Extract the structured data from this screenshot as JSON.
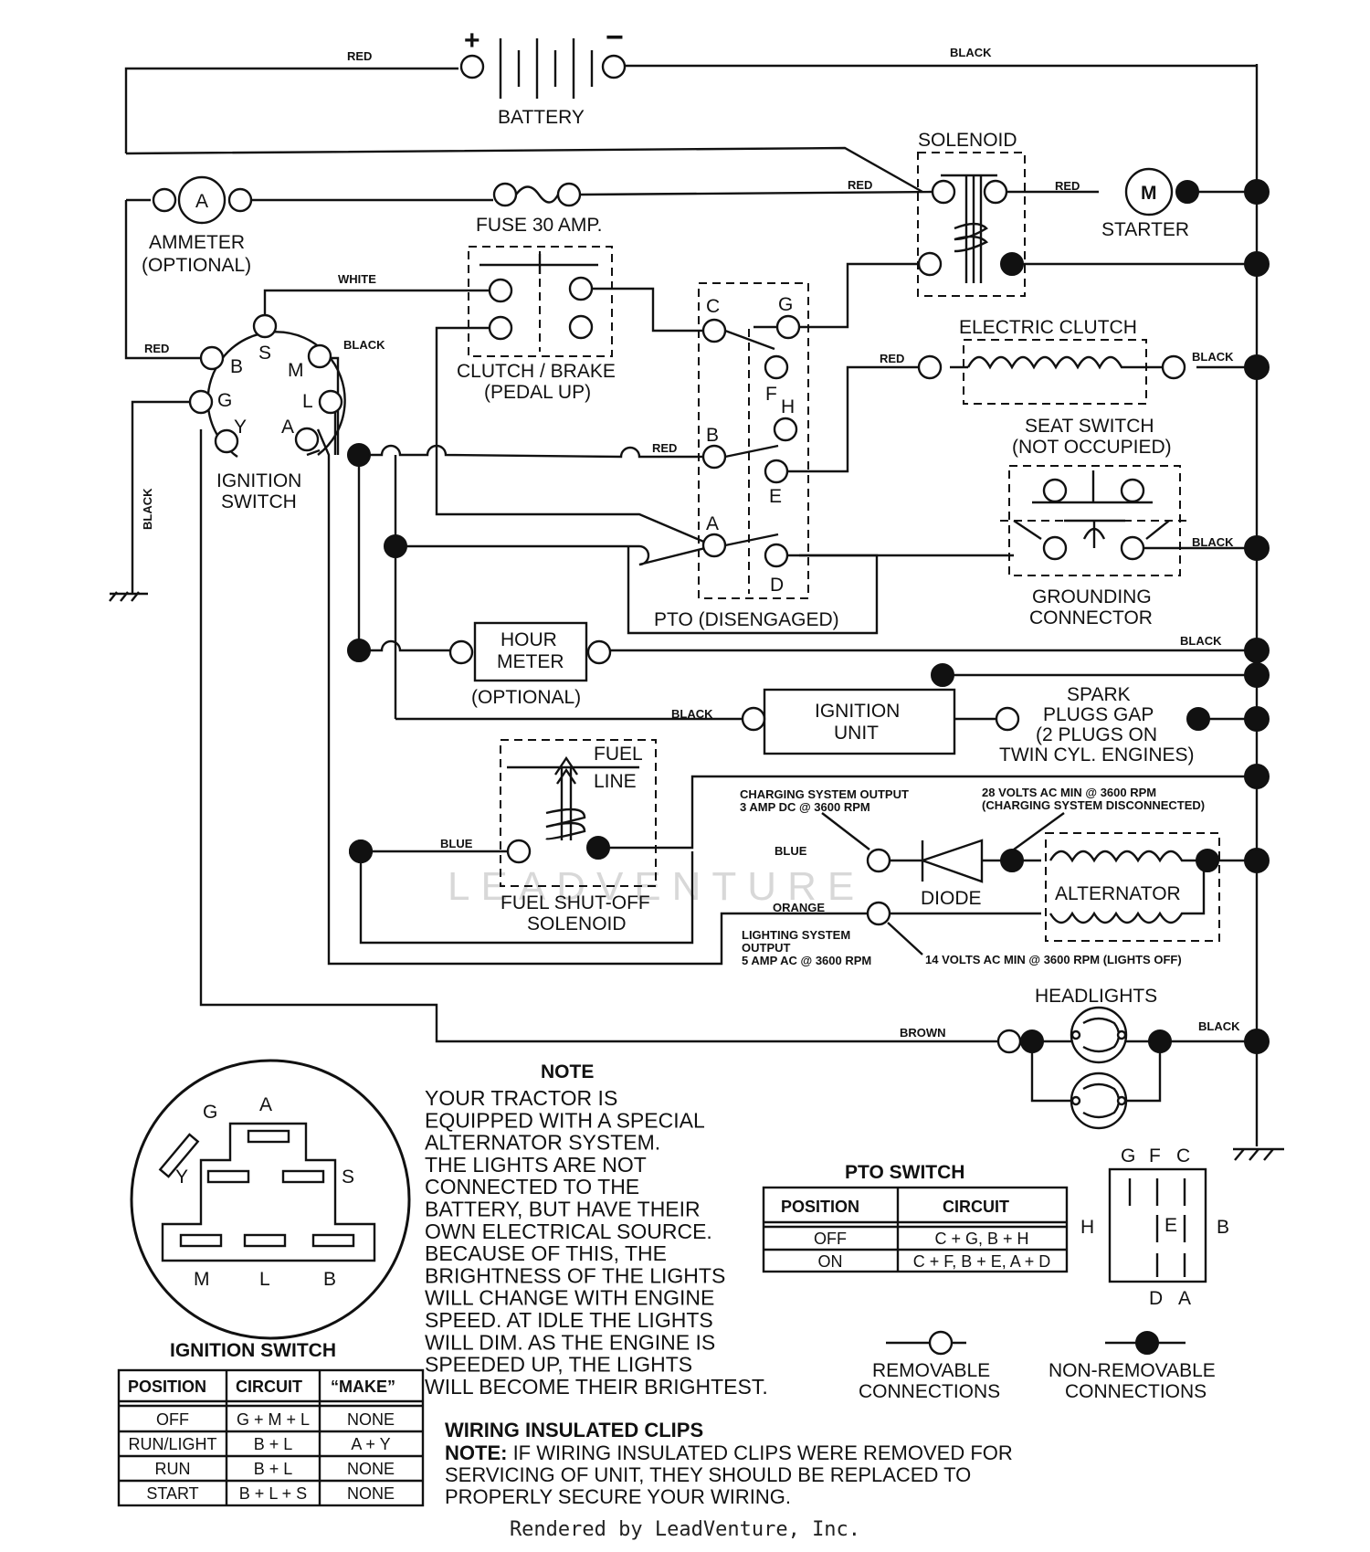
{
  "battery": {
    "label": "BATTERY",
    "plus": "+",
    "minus": "−"
  },
  "wires": {
    "red": "RED",
    "black": "BLACK",
    "white": "WHITE",
    "blue": "BLUE",
    "orange": "ORANGE",
    "brown": "BROWN"
  },
  "ammeter": {
    "symbol": "A",
    "line1": "AMMETER",
    "line2": "(OPTIONAL)"
  },
  "fuse": {
    "label": "FUSE 30 AMP."
  },
  "solenoid": {
    "label": "SOLENOID"
  },
  "starter": {
    "symbol": "M",
    "label": "STARTER"
  },
  "electric_clutch": {
    "label": "ELECTRIC CLUTCH"
  },
  "clutch_brake": {
    "line1": "CLUTCH / BRAKE",
    "line2": "(PEDAL UP)"
  },
  "pto": {
    "label": "PTO (DISENGAGED)",
    "letters": {
      "c": "C",
      "g": "G",
      "f": "F",
      "h": "H",
      "b": "B",
      "e": "E",
      "a": "A",
      "d": "D"
    }
  },
  "ignition_switch": {
    "line1": "IGNITION",
    "line2": "SWITCH",
    "pins": {
      "b": "B",
      "s": "S",
      "m": "M",
      "g": "G",
      "l": "L",
      "y": "Y",
      "a": "A"
    }
  },
  "seat_switch": {
    "line1": "SEAT SWITCH",
    "line2": "(NOT OCCUPIED)"
  },
  "grounding": {
    "line1": "GROUNDING",
    "line2": "CONNECTOR"
  },
  "hour_meter": {
    "line1": "HOUR",
    "line2": "METER",
    "line3": "(OPTIONAL)"
  },
  "ignition_unit": {
    "line1": "IGNITION",
    "line2": "UNIT"
  },
  "spark": {
    "line1": "SPARK",
    "line2": "PLUGS GAP",
    "line3": "(2 PLUGS ON",
    "line4": "TWIN CYL. ENGINES)"
  },
  "fuel": {
    "line1": "FUEL",
    "line2": "LINE",
    "solenoid1": "FUEL SHUT-OFF",
    "solenoid2": "SOLENOID"
  },
  "charging": {
    "line1": "CHARGING SYSTEM OUTPUT",
    "line2": "3 AMP DC @ 3600 RPM",
    "ac1": "28 VOLTS AC MIN  @ 3600 RPM",
    "ac2": "(CHARGING SYSTEM DISCONNECTED)"
  },
  "diode": {
    "label": "DIODE"
  },
  "alternator": {
    "label": "ALTERNATOR"
  },
  "lighting": {
    "line1": "LIGHTING SYSTEM",
    "line2": "OUTPUT",
    "line3": "5 AMP AC @ 3600 RPM",
    "ac": "14 VOLTS AC MIN  @ 3600 RPM (LIGHTS OFF)"
  },
  "headlights": {
    "label": "HEADLIGHTS"
  },
  "note": {
    "title": "NOTE",
    "lines": [
      "YOUR TRACTOR IS",
      "EQUIPPED WITH A SPECIAL",
      "ALTERNATOR SYSTEM.",
      "THE LIGHTS ARE NOT",
      "CONNECTED TO THE",
      "BATTERY, BUT HAVE THEIR",
      "OWN ELECTRICAL SOURCE.",
      "BECAUSE OF THIS, THE",
      "BRIGHTNESS OF THE LIGHTS",
      "WILL CHANGE WITH ENGINE",
      "SPEED.  AT IDLE THE LIGHTS",
      "WILL DIM.  AS THE ENGINE IS",
      "SPEEDED UP, THE LIGHTS",
      "WILL BECOME THEIR BRIGHTEST."
    ]
  },
  "connector_diagram": {
    "g": "G",
    "a": "A",
    "y": "Y",
    "s": "S",
    "m": "M",
    "l": "L",
    "b": "B"
  },
  "ignition_table": {
    "title": "IGNITION SWITCH",
    "headers": [
      "POSITION",
      "CIRCUIT",
      "“MAKE”"
    ],
    "rows": [
      [
        "OFF",
        "G + M + L",
        "NONE"
      ],
      [
        "RUN/LIGHT",
        "B + L",
        "A + Y"
      ],
      [
        "RUN",
        "B + L",
        "NONE"
      ],
      [
        "START",
        "B + L + S",
        "NONE"
      ]
    ]
  },
  "pto_table": {
    "title": "PTO SWITCH",
    "headers": [
      "POSITION",
      "CIRCUIT"
    ],
    "rows": [
      [
        "OFF",
        "C + G, B + H"
      ],
      [
        "ON",
        "C + F, B + E, A + D"
      ]
    ]
  },
  "pto_switch_diagram": {
    "g": "G",
    "f": "F",
    "c": "C",
    "h": "H",
    "e": "E",
    "b": "B",
    "d": "D",
    "a": "A"
  },
  "legend": {
    "removable1": "REMOVABLE",
    "removable2": "CONNECTIONS",
    "nonremovable1": "NON-REMOVABLE",
    "nonremovable2": "CONNECTIONS"
  },
  "clips": {
    "title": "WIRING INSULATED CLIPS",
    "note_label": "NOTE:",
    "line1": " IF WIRING INSULATED CLIPS WERE REMOVED FOR",
    "line2": "SERVICING OF UNIT, THEY SHOULD BE REPLACED TO",
    "line3": "PROPERLY SECURE YOUR WIRING."
  },
  "watermark": "LEADVENTURE",
  "footer": "Rendered by LeadVenture, Inc."
}
